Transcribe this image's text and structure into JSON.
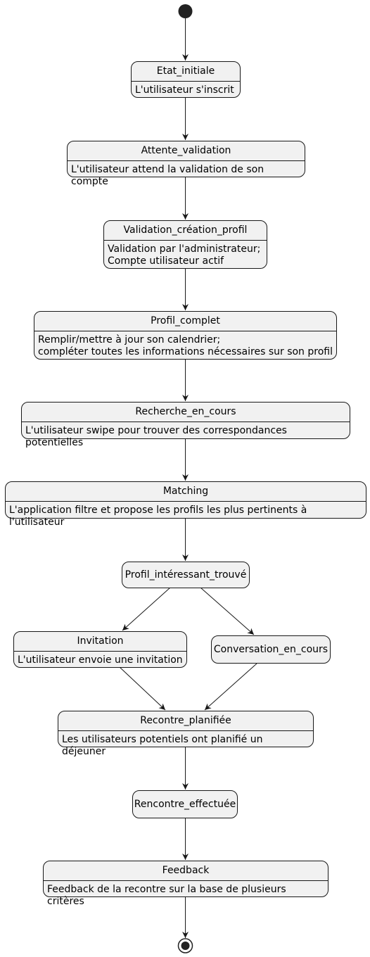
{
  "states": [
    {
      "id": "etat-initiale",
      "name": "Etat_initiale",
      "description": "L'utilisateur s'inscrit"
    },
    {
      "id": "attente-validation",
      "name": "Attente_validation",
      "description": "L'utilisateur attend la validation de son compte"
    },
    {
      "id": "validation-creation-profil",
      "name": "Validation_création_profil",
      "description": "Validation par l'administrateur;\nCompte utilisateur actif"
    },
    {
      "id": "profil-complet",
      "name": "Profil_complet",
      "description": "Remplir/mettre à jour son calendrier;\ncompléter toutes les informations nécessaires sur son profil"
    },
    {
      "id": "recherche-en-cours",
      "name": "Recherche_en_cours",
      "description": "L'utilisateur swipe pour trouver des correspondances potentielles"
    },
    {
      "id": "matching",
      "name": "Matching",
      "description": "L'application filtre et propose les profils les plus pertinents à l'utilisateur"
    },
    {
      "id": "profil-interessant-trouve",
      "name": "Profil_intéressant_trouvé"
    },
    {
      "id": "invitation",
      "name": "Invitation",
      "description": "L'utilisateur envoie une invitation"
    },
    {
      "id": "conversation-en-cours",
      "name": "Conversation_en_cours"
    },
    {
      "id": "recontre-planifiee",
      "name": "Recontre_planifiée",
      "description": "Les utilisateurs potentiels ont planifié un déjeuner"
    },
    {
      "id": "rencontre-effectuee",
      "name": "Rencontre_effectuée"
    },
    {
      "id": "feedback",
      "name": "Feedback",
      "description": "Feedback de la recontre sur la base de plusieurs critères"
    }
  ],
  "transitions": [
    [
      "start",
      "etat-initiale"
    ],
    [
      "etat-initiale",
      "attente-validation"
    ],
    [
      "attente-validation",
      "validation-creation-profil"
    ],
    [
      "validation-creation-profil",
      "profil-complet"
    ],
    [
      "profil-complet",
      "recherche-en-cours"
    ],
    [
      "recherche-en-cours",
      "matching"
    ],
    [
      "matching",
      "profil-interessant-trouve"
    ],
    [
      "profil-interessant-trouve",
      "invitation"
    ],
    [
      "profil-interessant-trouve",
      "conversation-en-cours"
    ],
    [
      "invitation",
      "recontre-planifiee"
    ],
    [
      "conversation-en-cours",
      "recontre-planifiee"
    ],
    [
      "recontre-planifiee",
      "rencontre-effectuee"
    ],
    [
      "rencontre-effectuee",
      "feedback"
    ],
    [
      "feedback",
      "end"
    ]
  ],
  "colors": {
    "state_fill": "#f1f1f1",
    "border": "#181818",
    "line": "#181818"
  }
}
